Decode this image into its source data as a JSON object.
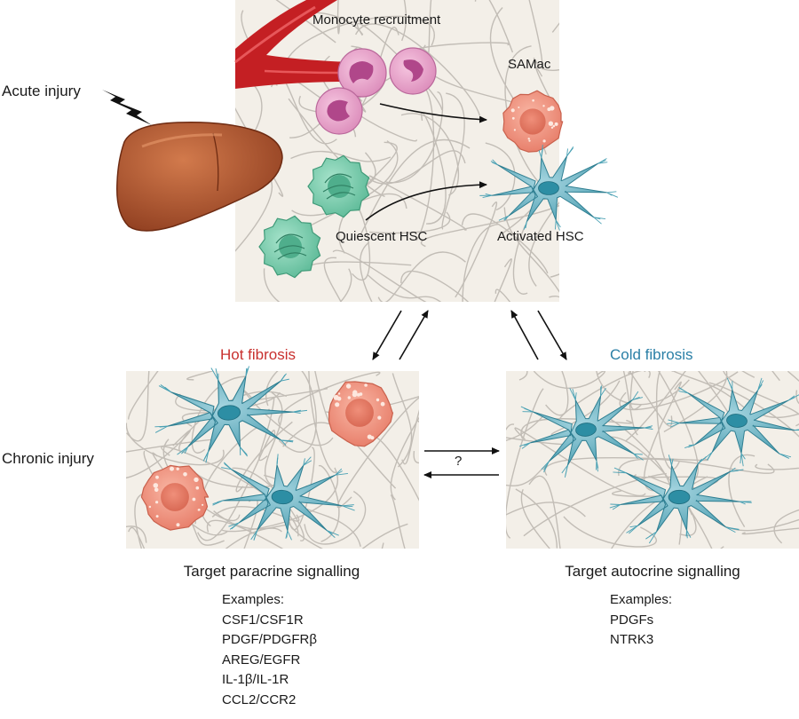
{
  "labels": {
    "acute_injury": "Acute injury",
    "chronic_injury": "Chronic injury",
    "monocyte_recruitment": "Monocyte recruitment",
    "samac": "SAMac",
    "quiescent_hsc": "Quiescent HSC",
    "activated_hsc": "Activated HSC",
    "hot_fibrosis": "Hot fibrosis",
    "cold_fibrosis": "Cold fibrosis",
    "question": "?"
  },
  "left_targets": {
    "heading": "Target paracrine signalling",
    "examples_label": "Examples:",
    "items": [
      "CSF1/CSF1R",
      "PDGF/PDGFRβ",
      "AREG/EGFR",
      "IL-1β/IL-1R",
      "CCL2/CCR2"
    ]
  },
  "right_targets": {
    "heading": "Target autocrine signalling",
    "examples_label": "Examples:",
    "items": [
      "PDGFs",
      "NTRK3"
    ]
  },
  "colors": {
    "hot": "#c8302e",
    "cold": "#2a7fa6",
    "panel_bg": "#f3efe8",
    "fiber": "#bdb8b1",
    "vessel": "#c41f23",
    "liver": "#b5552d",
    "macrophage": "#ee9886",
    "monocyte": "#e69ac6",
    "quiescent_hsc": "#7fceb0",
    "activated_hsc": "#64aebd"
  }
}
